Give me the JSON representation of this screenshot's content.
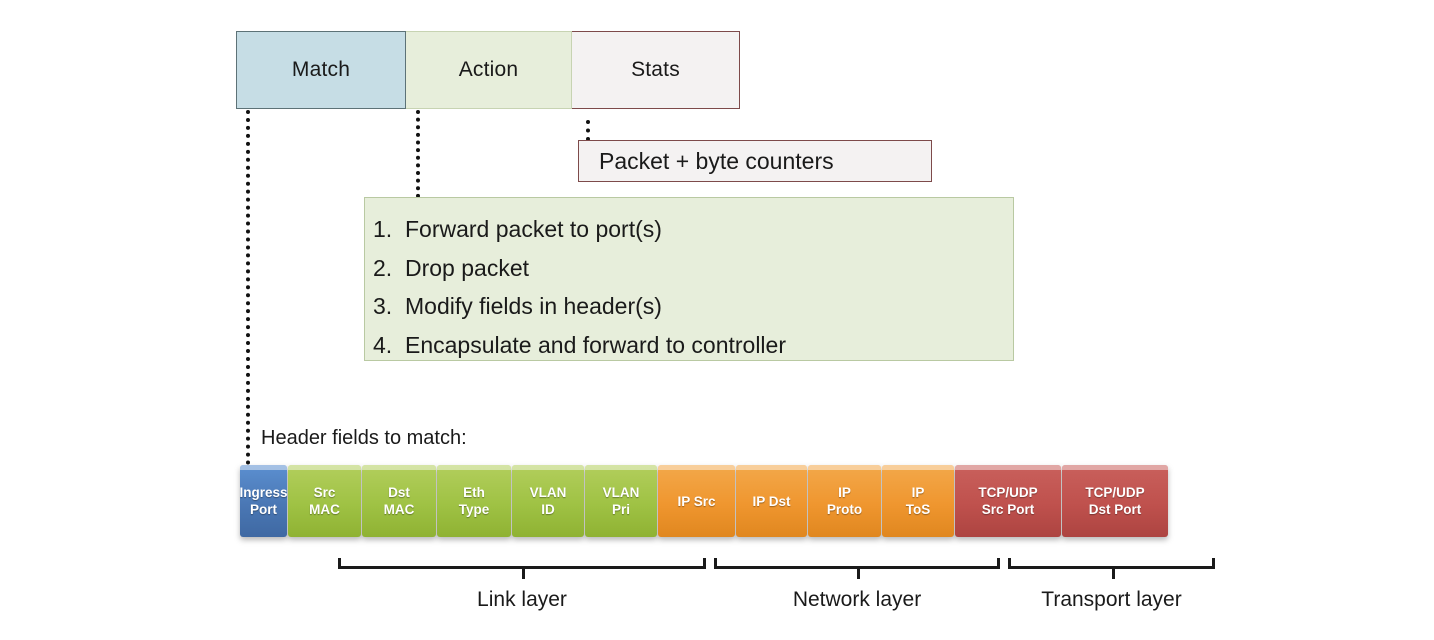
{
  "flow_table": {
    "cells": [
      {
        "label": "Match",
        "fill": "#c6dde5",
        "border": "#5d7277"
      },
      {
        "label": "Action",
        "fill": "#e7eedb",
        "border": "#c7d3b2"
      },
      {
        "label": "Stats",
        "fill": "#f4f2f2",
        "border": "#7d4a4a"
      }
    ]
  },
  "stats_callout": {
    "text": "Packet + byte counters"
  },
  "action_callout": {
    "items": [
      {
        "num": "1.",
        "text": "Forward packet to port(s)"
      },
      {
        "num": "2.",
        "text": "Drop packet"
      },
      {
        "num": "3.",
        "text": "Modify fields in header(s)"
      },
      {
        "num": "4.",
        "text": "Encapsulate and forward to controller"
      }
    ]
  },
  "match_callout": {
    "caption": "Header fields to match:",
    "fields": [
      {
        "line1": "Ingress",
        "line2": "Port",
        "color": "#4a77b4",
        "group": "ingress"
      },
      {
        "line1": "Src",
        "line2": "MAC",
        "color": "#9fc244",
        "group": "link"
      },
      {
        "line1": "Dst",
        "line2": "MAC",
        "color": "#9fc244",
        "group": "link"
      },
      {
        "line1": "Eth",
        "line2": "Type",
        "color": "#9fc244",
        "group": "link"
      },
      {
        "line1": "VLAN",
        "line2": "ID",
        "color": "#9fc244",
        "group": "link"
      },
      {
        "line1": "VLAN",
        "line2": "Pri",
        "color": "#9fc244",
        "group": "link"
      },
      {
        "line1": "IP Src",
        "line2": "",
        "color": "#ef962f",
        "group": "network"
      },
      {
        "line1": "IP Dst",
        "line2": "",
        "color": "#ef962f",
        "group": "network"
      },
      {
        "line1": "IP",
        "line2": "Proto",
        "color": "#ef962f",
        "group": "network"
      },
      {
        "line1": "IP",
        "line2": "ToS",
        "color": "#ef962f",
        "group": "network"
      },
      {
        "line1": "TCP/UDP",
        "line2": "Src Port",
        "color": "#bf514d",
        "group": "transport"
      },
      {
        "line1": "TCP/UDP",
        "line2": "Dst Port",
        "color": "#bf514d",
        "group": "transport"
      }
    ]
  },
  "layers": [
    {
      "label": "Link layer"
    },
    {
      "label": "Network layer"
    },
    {
      "label": "Transport layer"
    }
  ]
}
